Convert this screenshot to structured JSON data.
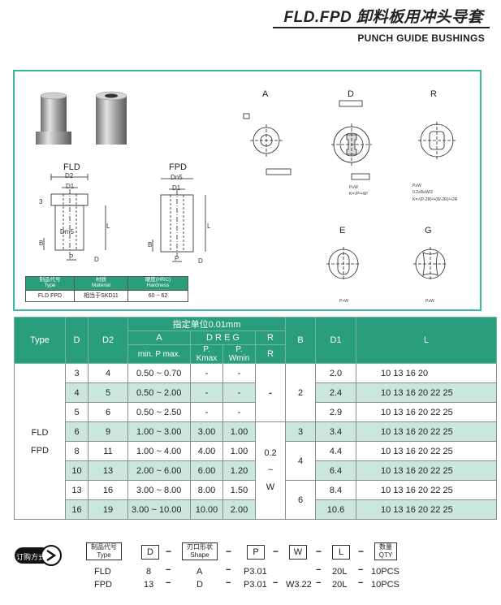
{
  "header": {
    "title": "FLD.FPD 卸料板用冲头导套",
    "subtitle": "PUNCH GUIDE BUSHINGS"
  },
  "drawings": {
    "fld_label": "FLD",
    "fpd_label": "FPD",
    "fld_d2": "D2",
    "fld_d1": "D1",
    "fpd_dn5": "Dn5",
    "fpd_d1": "D1",
    "dm5": "Dm5",
    "l_tol": "L",
    "p_label": "P",
    "b_label": "B",
    "three_label": "3",
    "chamfer": "D",
    "view_a": "A",
    "view_d": "D",
    "view_r": "R",
    "view_e": "E",
    "view_g": "G",
    "d_note1": "P≥W",
    "d_note2": "K=√P²+W²",
    "r_note1": "P≥W",
    "r_note2": "0.2≤R≤W/2",
    "r_note3": "K=√(P-2R)²+(W-2R)²+2R",
    "e_note": "P>W",
    "g_note": "P≥W"
  },
  "material_table": {
    "headers": [
      {
        "cn": "制品代号",
        "en": "Type"
      },
      {
        "cn": "材质",
        "en": "Material"
      },
      {
        "cn": "硬度(HRC)",
        "en": "Hardness"
      }
    ],
    "row": [
      "FLD  FPD",
      "相当于SKD11",
      "60 ~ 62"
    ]
  },
  "spec": {
    "head_unit": "指定单位0.01mm",
    "col_type": "Type",
    "col_d": "D",
    "col_d2": "D2",
    "col_a": "A",
    "col_dreg": "D R E G",
    "col_r": "R",
    "col_b": "B",
    "col_d1": "D1",
    "col_l": "L",
    "sub_a": "min. P max.",
    "sub_pk": "P. Kmax",
    "sub_pw": "P. Wmin",
    "sub_r": "R",
    "type_1": "FLD",
    "type_2": "FPD",
    "r_group1": "-",
    "r_group2a": "0.2",
    "r_group2b": "~",
    "r_group2c": "W",
    "rows": [
      {
        "d": "3",
        "d2": "4",
        "a": "0.50 ~ 0.70",
        "pk": "-",
        "pw": "-",
        "d1": "2.0",
        "l": "10 13 16 20"
      },
      {
        "d": "4",
        "d2": "5",
        "a": "0.50 ~ 2.00",
        "pk": "-",
        "pw": "-",
        "d1": "2.4",
        "l": "10 13 16 20 22 25"
      },
      {
        "d": "5",
        "d2": "6",
        "a": "0.50 ~ 2.50",
        "pk": "-",
        "pw": "-",
        "d1": "2.9",
        "l": "10 13 16 20 22 25"
      },
      {
        "d": "6",
        "d2": "9",
        "a": "1.00 ~ 3.00",
        "pk": "3.00",
        "pw": "1.00",
        "d1": "3.4",
        "l": "10 13 16 20 22 25"
      },
      {
        "d": "8",
        "d2": "11",
        "a": "1.00 ~ 4.00",
        "pk": "4.00",
        "pw": "1.00",
        "d1": "4.4",
        "l": "10 13 16 20 22 25"
      },
      {
        "d": "10",
        "d2": "13",
        "a": "2.00 ~ 6.00",
        "pk": "6.00",
        "pw": "1.20",
        "d1": "6.4",
        "l": "10 13 16 20 22 25"
      },
      {
        "d": "13",
        "d2": "16",
        "a": "3.00 ~ 8.00",
        "pk": "8.00",
        "pw": "1.50",
        "d1": "8.4",
        "l": "10 13 16 20 22 25"
      },
      {
        "d": "16",
        "d2": "19",
        "a": "3.00 ~ 10.00",
        "pk": "10.00",
        "pw": "2.00",
        "d1": "10.6",
        "l": "10 13 16 20 22 25"
      }
    ],
    "b_values": [
      "2",
      "3",
      "4",
      "6"
    ]
  },
  "order": {
    "badge": "订购方式",
    "type_cn": "制品代号",
    "type_en": "Type",
    "box_d": "D",
    "shape_cn": "刃口形状",
    "shape_en": "Shape",
    "box_p": "P",
    "box_w": "W",
    "box_l": "L",
    "qty_cn": "数量",
    "qty_en": "QTY",
    "dash": "−",
    "ex1": {
      "type": "FLD",
      "d": "8",
      "shape": "A",
      "p": "P3.01",
      "w": "",
      "l": "20L",
      "qty": "10PCS"
    },
    "ex2": {
      "type": "FPD",
      "d": "13",
      "shape": "D",
      "p": "P3.01",
      "w": "W3.22",
      "l": "20L",
      "qty": "10PCS"
    }
  },
  "colors": {
    "accent": "#2a9d7c",
    "row_alt": "#c9e7db",
    "frame": "#3bb8a0"
  }
}
